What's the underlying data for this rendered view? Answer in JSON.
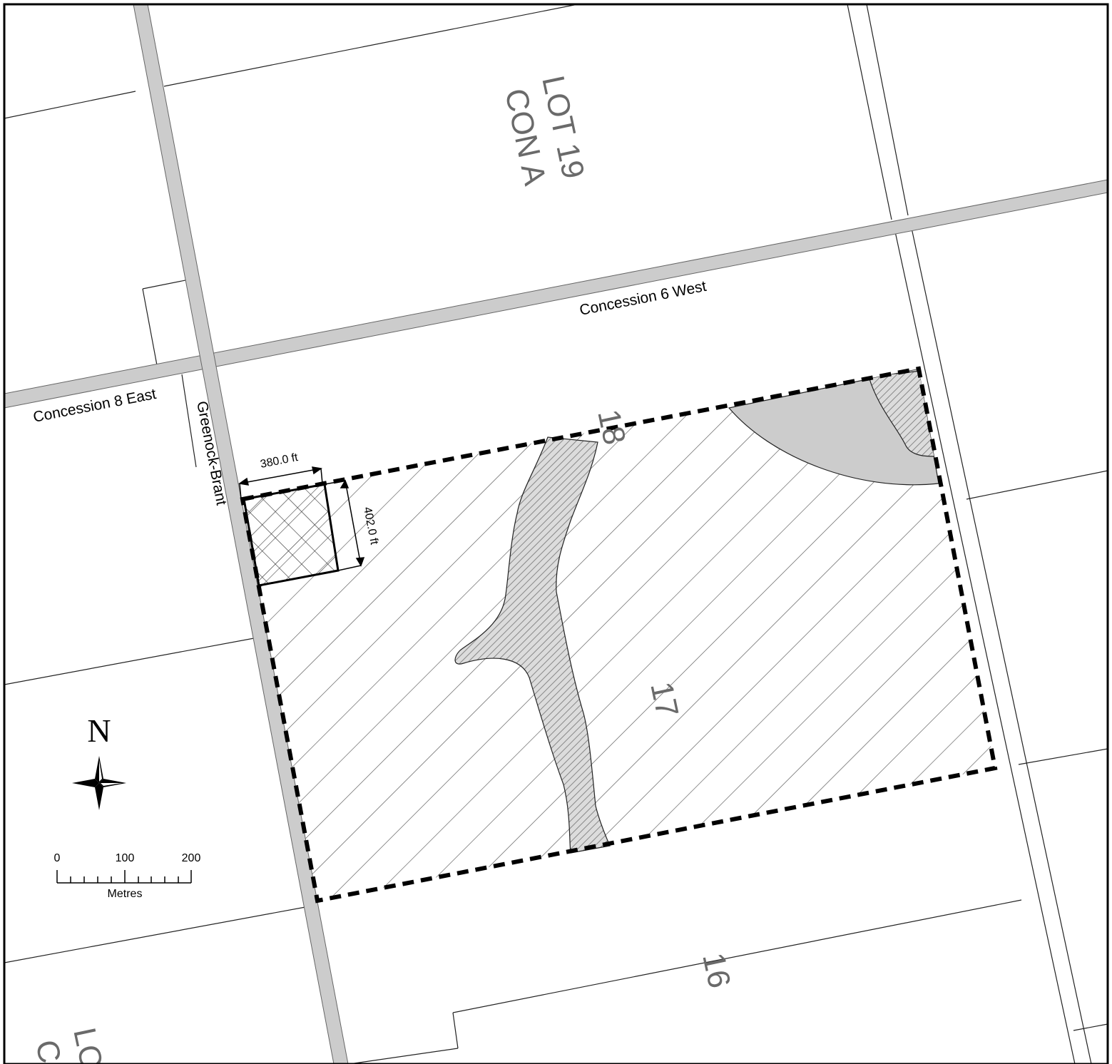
{
  "map": {
    "lot_labels": {
      "lot19_line1": "LOT 19",
      "lot19_line2": "CON A",
      "lot18": "18",
      "lot17": "17",
      "lot16": "16",
      "partial_line1": "LO",
      "partial_line2": "C"
    },
    "roads": {
      "concession_6_west": "Concession 6 West",
      "concession_8_east": "Concession 8 East",
      "greenock_brant": "Greenock-Brant"
    },
    "dimensions": {
      "width": "380.0 ft",
      "height": "402.0 ft"
    },
    "north_arrow": {
      "label": "N"
    },
    "scale_bar": {
      "ticks": [
        "0",
        "100",
        "200"
      ],
      "unit": "Metres"
    },
    "colors": {
      "road_fill": "#cccccc",
      "shaded_area": "#cccccc",
      "hatch": "#555555",
      "label_gray": "#6a6a6a"
    }
  }
}
